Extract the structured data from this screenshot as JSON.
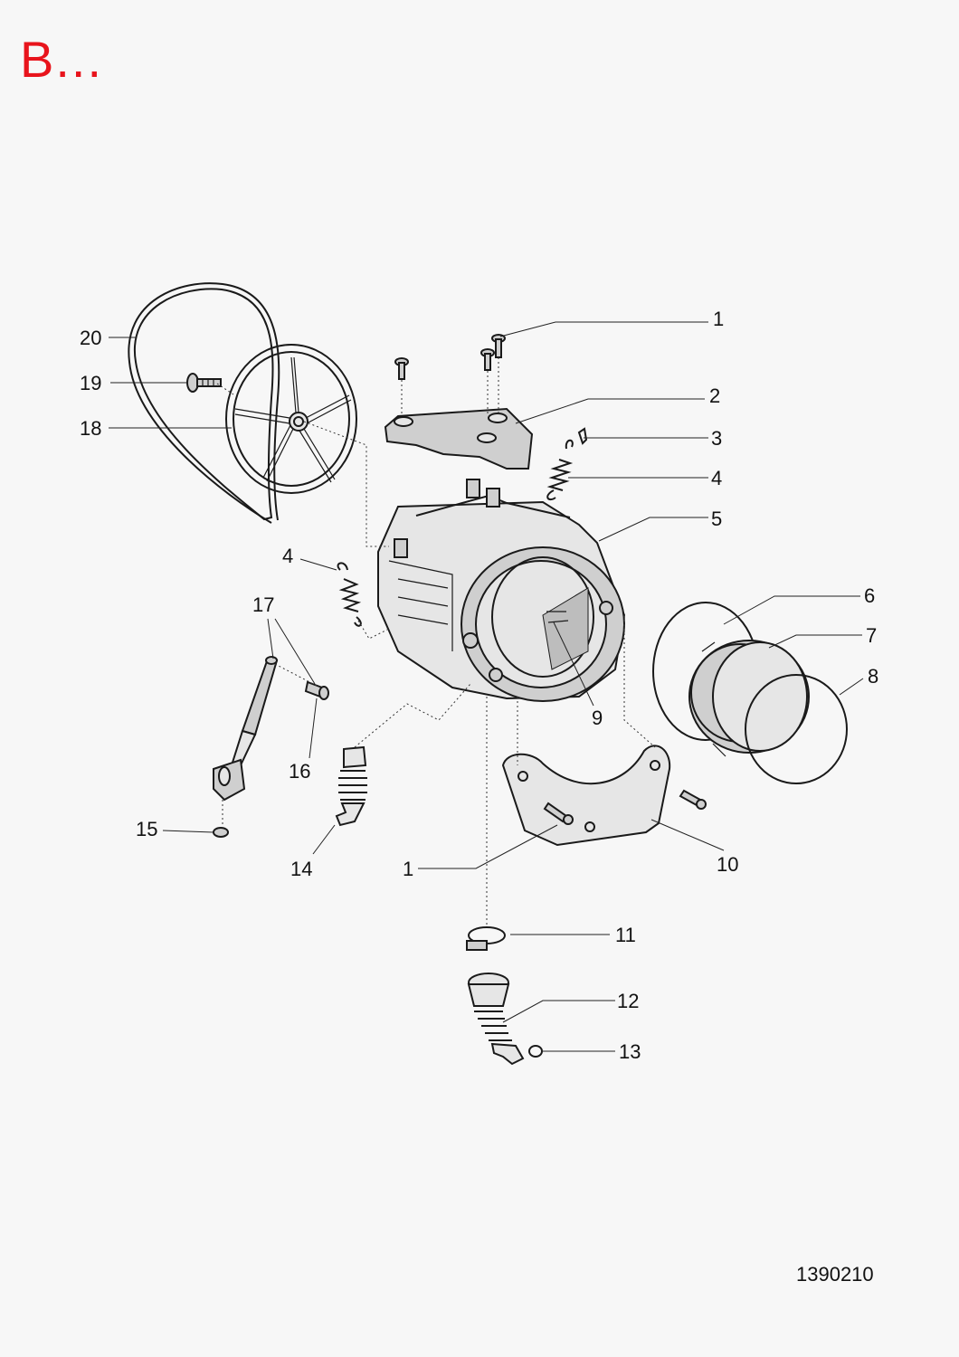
{
  "header": {
    "title": "B...",
    "title_color": "#e8141c"
  },
  "diagram": {
    "drawing_number": "1390210",
    "callouts": [
      {
        "id": "c1a",
        "label": "1"
      },
      {
        "id": "c2",
        "label": "2"
      },
      {
        "id": "c3",
        "label": "3"
      },
      {
        "id": "c4a",
        "label": "4"
      },
      {
        "id": "c5",
        "label": "5"
      },
      {
        "id": "c6",
        "label": "6"
      },
      {
        "id": "c7",
        "label": "7"
      },
      {
        "id": "c8",
        "label": "8"
      },
      {
        "id": "c9",
        "label": "9"
      },
      {
        "id": "c10",
        "label": "10"
      },
      {
        "id": "c1b",
        "label": "1"
      },
      {
        "id": "c11",
        "label": "11"
      },
      {
        "id": "c12",
        "label": "12"
      },
      {
        "id": "c13",
        "label": "13"
      },
      {
        "id": "c14",
        "label": "14"
      },
      {
        "id": "c15",
        "label": "15"
      },
      {
        "id": "c16",
        "label": "16"
      },
      {
        "id": "c17",
        "label": "17"
      },
      {
        "id": "c4b",
        "label": "4"
      },
      {
        "id": "c18",
        "label": "18"
      },
      {
        "id": "c19",
        "label": "19"
      },
      {
        "id": "c20",
        "label": "20"
      }
    ],
    "parts": [
      {
        "name": "screw-icon"
      },
      {
        "name": "counterweight-icon"
      },
      {
        "name": "clip-icon"
      },
      {
        "name": "spring-icon"
      },
      {
        "name": "tub-icon"
      },
      {
        "name": "ring-icon"
      },
      {
        "name": "door-gasket-icon"
      },
      {
        "name": "drum-icon"
      },
      {
        "name": "bracket-icon"
      },
      {
        "name": "hose-clamp-icon"
      },
      {
        "name": "drain-hose-icon"
      },
      {
        "name": "damper-icon"
      },
      {
        "name": "pulley-icon"
      },
      {
        "name": "belt-icon"
      }
    ]
  }
}
